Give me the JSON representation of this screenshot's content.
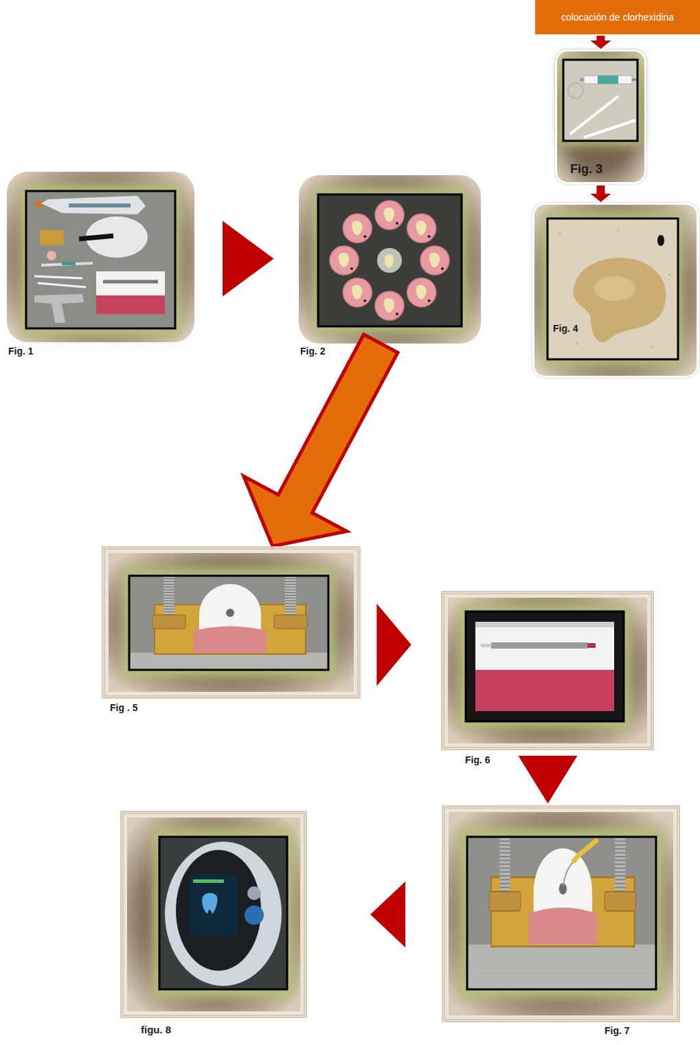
{
  "diagram": {
    "nodes": [
      {
        "text": [
          "colocación de clorhexidina"
        ]
      },
      {
        "text": [
          "Fig. 1"
        ]
      },
      {
        "text": [
          "Fig. 2"
        ]
      },
      {
        "text": [
          "Fig. 3"
        ]
      },
      {
        "text": [
          "Fig. 4"
        ]
      },
      {
        "text": [
          "Fig . 5"
        ]
      },
      {
        "text": [
          "Fig. 6"
        ]
      },
      {
        "text": [
          "Fig. 7"
        ]
      },
      {
        "text": [
          "figu. 8"
        ]
      }
    ],
    "edges": [
      {
        "from": 1,
        "to": 2,
        "arrow": "to"
      },
      {
        "from": 0,
        "to": 3,
        "arrow": "to"
      },
      {
        "from": 3,
        "to": 4,
        "arrow": "to"
      },
      {
        "from": 2,
        "to": 5,
        "arrow": "to"
      },
      {
        "from": 5,
        "to": 6,
        "arrow": "to"
      },
      {
        "from": 6,
        "to": 7,
        "arrow": "to"
      },
      {
        "from": 7,
        "to": 8,
        "arrow": "to"
      }
    ]
  }
}
